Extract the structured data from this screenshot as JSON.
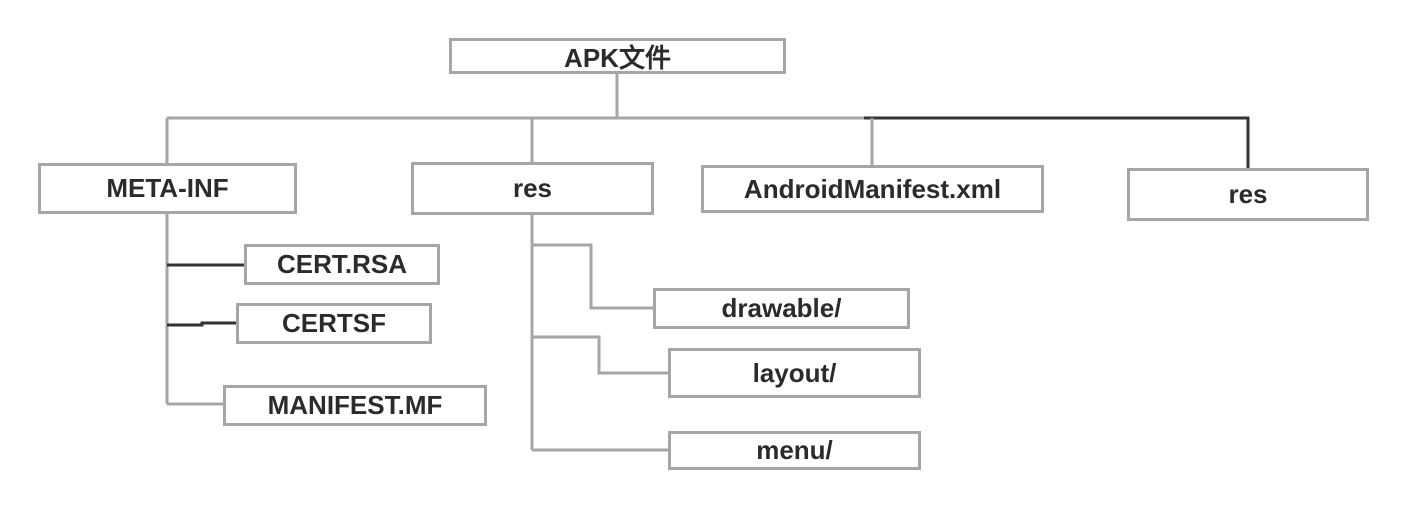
{
  "root": {
    "label": "APK文件"
  },
  "children": [
    {
      "label": "META-INF",
      "items": [
        {
          "label": "CERT.RSA"
        },
        {
          "label": "CERTSF"
        },
        {
          "label": "MANIFEST.MF"
        }
      ]
    },
    {
      "label": "res",
      "items": [
        {
          "label": "drawable/"
        },
        {
          "label": "layout/"
        },
        {
          "label": "menu/"
        }
      ]
    },
    {
      "label": "AndroidManifest.xml"
    },
    {
      "label": "res"
    }
  ],
  "colors": {
    "box_border": "#a6a6a6",
    "connector_light": "#a6a6a6",
    "connector_dark": "#333333",
    "text": "#2b2b2b"
  }
}
